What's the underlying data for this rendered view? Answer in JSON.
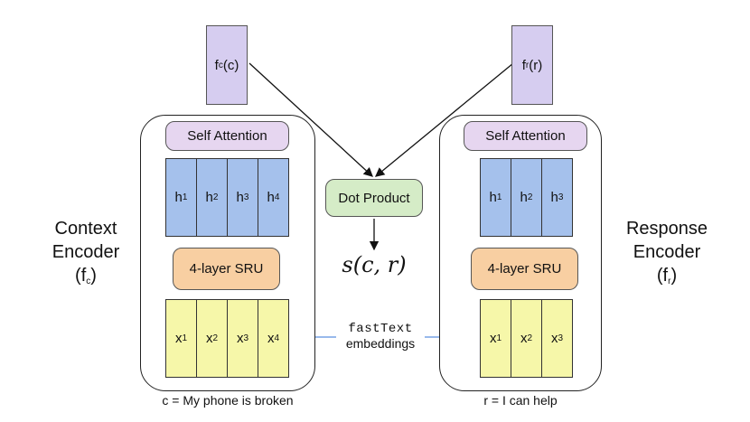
{
  "context_encoder": {
    "title_line1": "Context",
    "title_line2": "Encoder",
    "fn_main": "(f",
    "fn_sub": "c",
    "fn_close": ")",
    "self_attention": "Self Attention",
    "sru": "4-layer SRU",
    "hidden": [
      {
        "main": "h",
        "sub": "1"
      },
      {
        "main": "h",
        "sub": "2"
      },
      {
        "main": "h",
        "sub": "3"
      },
      {
        "main": "h",
        "sub": "4"
      }
    ],
    "inputs": [
      {
        "main": "x",
        "sub": "1"
      },
      {
        "main": "x",
        "sub": "2"
      },
      {
        "main": "x",
        "sub": "3"
      },
      {
        "main": "x",
        "sub": "4"
      }
    ],
    "caption": "c = My phone is broken",
    "output": {
      "main": "f",
      "sub": "c",
      "rest": "(c)"
    }
  },
  "response_encoder": {
    "title_line1": "Response",
    "title_line2": "Encoder",
    "fn_main": "(f",
    "fn_sub": "r",
    "fn_close": ")",
    "self_attention": "Self Attention",
    "sru": "4-layer SRU",
    "hidden": [
      {
        "main": "h",
        "sub": "1"
      },
      {
        "main": "h",
        "sub": "2"
      },
      {
        "main": "h",
        "sub": "3"
      }
    ],
    "inputs": [
      {
        "main": "x",
        "sub": "1"
      },
      {
        "main": "x",
        "sub": "2"
      },
      {
        "main": "x",
        "sub": "3"
      }
    ],
    "caption": "r = I can help",
    "output": {
      "main": "f",
      "sub": "r",
      "rest": "(r)"
    }
  },
  "dot_product": "Dot Product",
  "score": "s(c, r)",
  "embeddings": {
    "line1": "fastText",
    "line2": "embeddings"
  },
  "colors": {
    "attention": "#e6d6f0",
    "hidden": "#a5c1ec",
    "sru": "#f8cfa2",
    "input": "#f6f7a9",
    "dot": "#d5ecc7",
    "output": "#d6cdf0",
    "embedding_arrow": "#5b8fe0"
  }
}
